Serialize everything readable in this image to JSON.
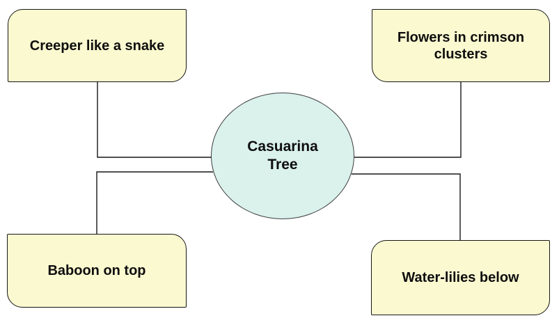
{
  "diagram": {
    "title": "Casuarina Tree",
    "center_node": {
      "label": "Casuarina Tree"
    },
    "nodes": [
      {
        "position": "top-left",
        "label": "Creeper like a snake"
      },
      {
        "position": "top-right",
        "label": "Flowers in crimson clusters"
      },
      {
        "position": "bottom-left",
        "label": "Baboon on top"
      },
      {
        "position": "bottom-right",
        "label": "Water-lilies below"
      }
    ],
    "colors": {
      "background": "#ffffff",
      "node_fill": "#fbf9d0",
      "node_border": "#161616",
      "center_fill": "#daf1ec",
      "center_border": "#3d3d3d",
      "connector": "#161616",
      "text": "#0e0e0e"
    }
  }
}
